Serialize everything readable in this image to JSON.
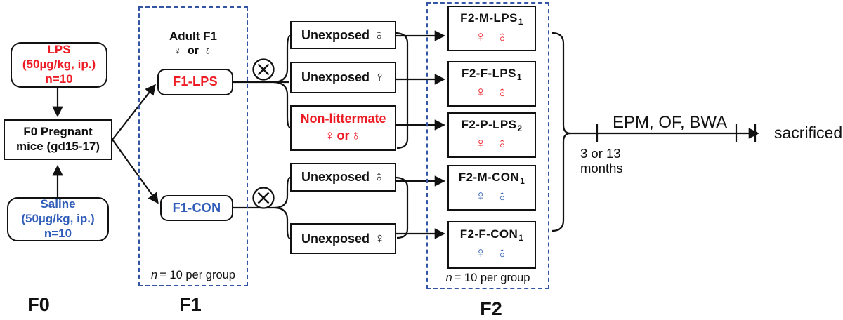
{
  "palette": {
    "red": "#ed1c24",
    "blue": "#2e5cb8",
    "dash_border_blue": "#3355a4",
    "line_black": "#111111"
  },
  "f0": {
    "lps": {
      "title": "LPS",
      "dose": "(50µg/kg, ip.)",
      "n": "n=10"
    },
    "pregnant": {
      "line1": "F0 Pregnant",
      "line2": "mice (gd15-17)"
    },
    "saline": {
      "title": "Saline",
      "dose": "(50µg/kg, ip.)",
      "n": "n=10"
    },
    "label": "F0"
  },
  "f1": {
    "header": "Adult F1",
    "sex": {
      "female": "♀",
      "or": "or",
      "male": "♂"
    },
    "lps_label": "F1-LPS",
    "con_label": "F1-CON",
    "n_note": {
      "n": "n",
      "rest": "= 10 per group"
    },
    "label": "F1"
  },
  "mates": [
    {
      "label": "Unexposed",
      "symbol": "♂"
    },
    {
      "label": "Unexposed",
      "symbol": "♀"
    },
    {
      "title": "Non-littermate",
      "female": "♀",
      "or": "or",
      "male": "♂"
    },
    {
      "label": "Unexposed",
      "symbol": "♂"
    },
    {
      "label": "Unexposed",
      "symbol": "♀"
    }
  ],
  "f2": {
    "groups": [
      {
        "name": "F2-M-LPS",
        "sub": "1",
        "female": "♀",
        "male": "♂"
      },
      {
        "name": "F2-F-LPS",
        "sub": "1",
        "female": "♀",
        "male": "♂"
      },
      {
        "name": "F2-P-LPS",
        "sub": "2",
        "female": "♀",
        "male": "♂"
      },
      {
        "name": "F2-M-CON",
        "sub": "1",
        "female": "♀",
        "male": "♂"
      },
      {
        "name": "F2-F-CON",
        "sub": "1",
        "female": "♀",
        "male": "♂"
      }
    ],
    "n_note": {
      "n": "n",
      "rest": "= 10 per group"
    },
    "label": "F2"
  },
  "timeline": {
    "tests": "EPM, OF, BWA",
    "age_line1": "3 or 13",
    "age_line2": "months",
    "endpoint": "sacrificed"
  }
}
